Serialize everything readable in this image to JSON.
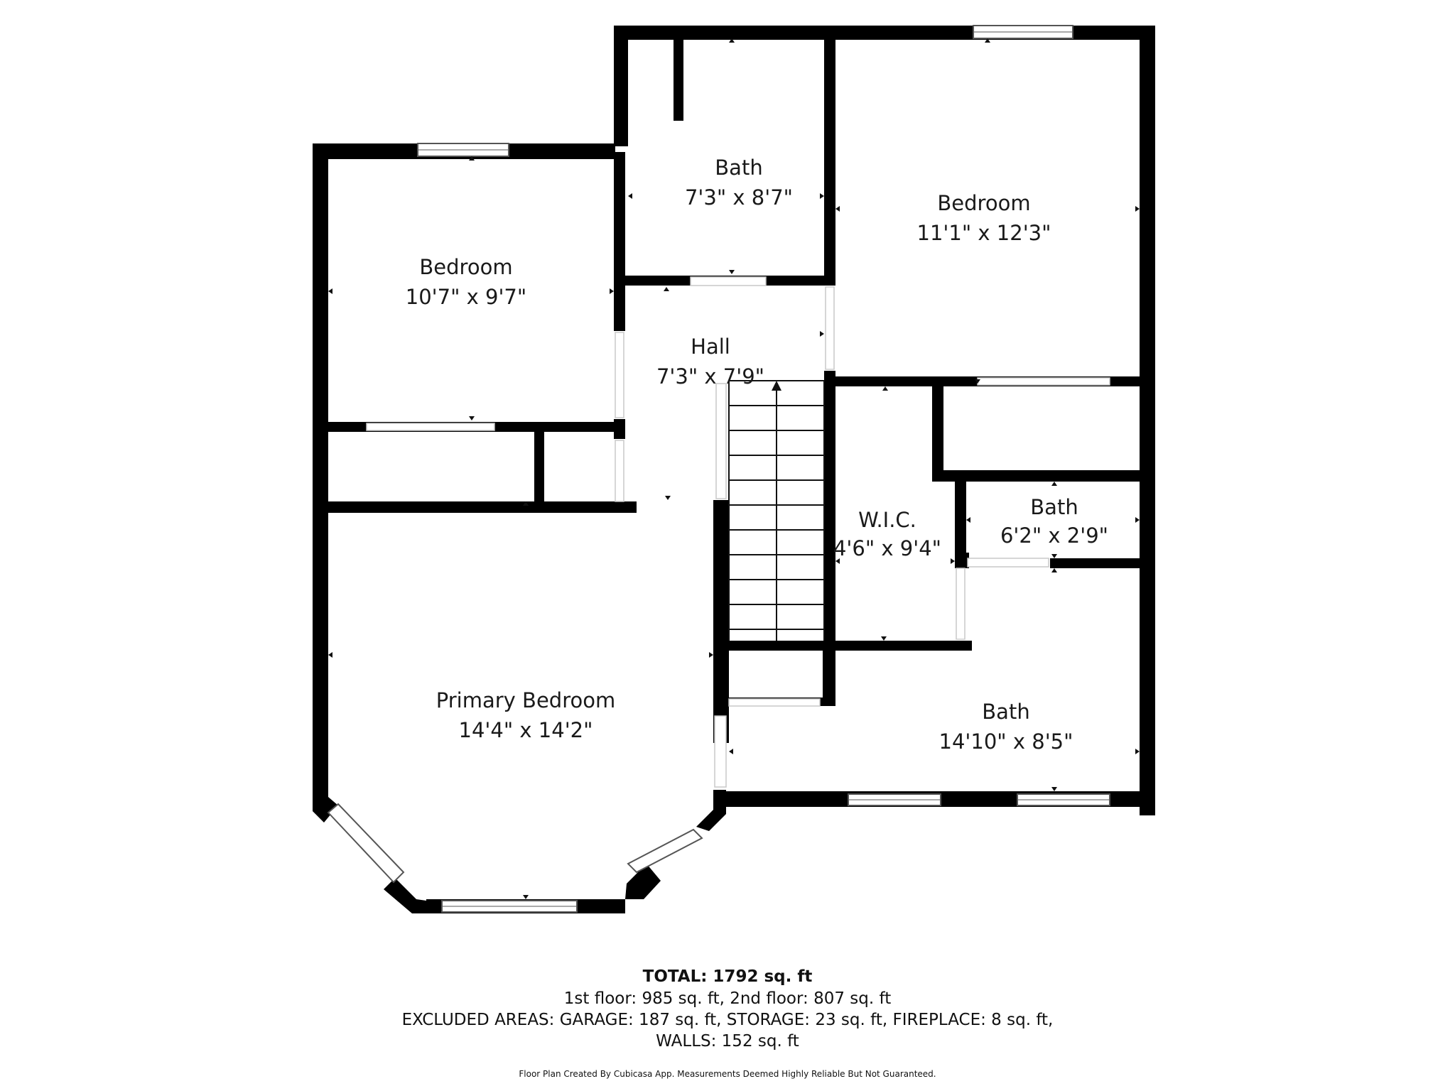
{
  "rooms": {
    "bath_top": {
      "name": "Bath",
      "dims": "7'3\" x 8'7\""
    },
    "bedroom_right": {
      "name": "Bedroom",
      "dims": "11'1\" x 12'3\""
    },
    "bedroom_left": {
      "name": "Bedroom",
      "dims": "10'7\" x 9'7\""
    },
    "hall": {
      "name": "Hall",
      "dims": "7'3\" x 7'9\""
    },
    "wic": {
      "name": "W.I.C.",
      "dims": "4'6\" x 9'4\""
    },
    "bath_small": {
      "name": "Bath",
      "dims": "6'2\" x 2'9\""
    },
    "primary_bedroom": {
      "name": "Primary Bedroom",
      "dims": "14'4\" x 14'2\""
    },
    "bath_large": {
      "name": "Bath",
      "dims": "14'10\" x 8'5\""
    }
  },
  "summary": {
    "total": "TOTAL: 1792 sq. ft",
    "floors": "1st floor: 985 sq. ft, 2nd floor: 807 sq. ft",
    "excluded": "EXCLUDED AREAS: GARAGE: 187 sq. ft, STORAGE: 23 sq. ft, FIREPLACE: 8 sq. ft,",
    "walls": "WALLS: 152 sq. ft"
  },
  "credit": "Floor Plan Created By Cubicasa App. Measurements Deemed Highly Reliable But Not Guaranteed."
}
